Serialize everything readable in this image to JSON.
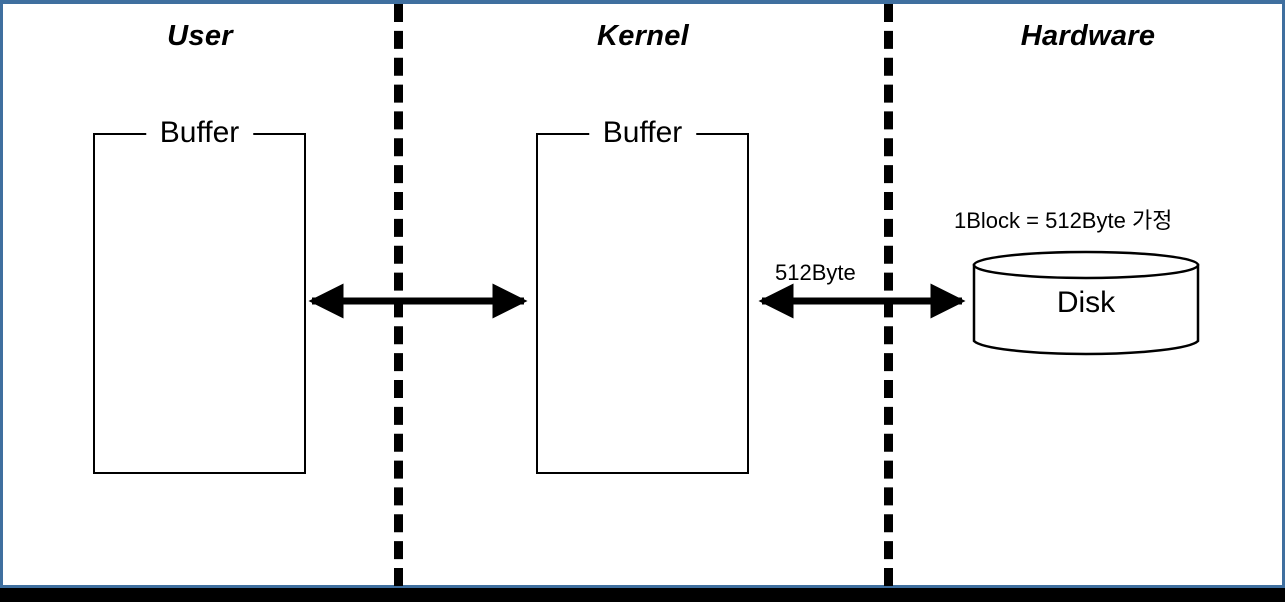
{
  "slide": {
    "frame_border_color": "#3F6F9F",
    "bottom_bar_color": "#000000",
    "background_color": "#FFFFFF",
    "stroke_color": "#000000"
  },
  "columns": [
    {
      "id": "user",
      "title": "User"
    },
    {
      "id": "kernel",
      "title": "Kernel"
    },
    {
      "id": "hardware",
      "title": "Hardware"
    }
  ],
  "dividers": [
    {
      "id": "user-kernel",
      "style": "dashed"
    },
    {
      "id": "kernel-hardware",
      "style": "dashed"
    }
  ],
  "boxes": {
    "user_buffer": {
      "label": "Buffer"
    },
    "kernel_buffer": {
      "label": "Buffer"
    }
  },
  "arrows": [
    {
      "id": "user-kernel-transfer",
      "label": "",
      "direction": "bidirectional"
    },
    {
      "id": "kernel-disk-transfer",
      "label": "512Byte",
      "direction": "bidirectional"
    }
  ],
  "disk": {
    "label": "Disk",
    "shape": "cylinder"
  },
  "notes": {
    "block_size": "1Block = 512Byte 가정"
  }
}
